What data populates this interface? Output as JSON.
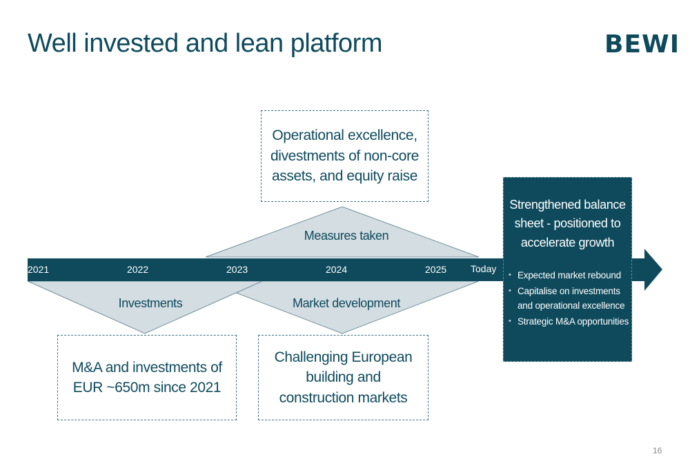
{
  "title": "Well invested and lean platform",
  "logo": "BEWI",
  "timeline": {
    "years": [
      "2021",
      "2022",
      "2023",
      "2024",
      "2025"
    ],
    "today": "Today"
  },
  "triangles": {
    "measures": "Measures taken",
    "investments": "Investments",
    "market": "Market development"
  },
  "boxes": {
    "top": "Operational excellence, divestments of non-core assets, and equity raise",
    "bottom_left": "M&A and investments of EUR ~650m since 2021",
    "bottom_right": "Challenging European building and construction markets"
  },
  "callout": {
    "title": "Strengthened balance sheet - positioned to accelerate growth",
    "bullets": [
      "Expected market rebound",
      "Capitalise on investments and operational excellence",
      "Strategic M&A opportunities"
    ]
  },
  "page_number": "16",
  "colors": {
    "primary": "#0e4a5c",
    "triangle_fill": "#d3dde2",
    "triangle_stroke": "#6f8f9b"
  }
}
